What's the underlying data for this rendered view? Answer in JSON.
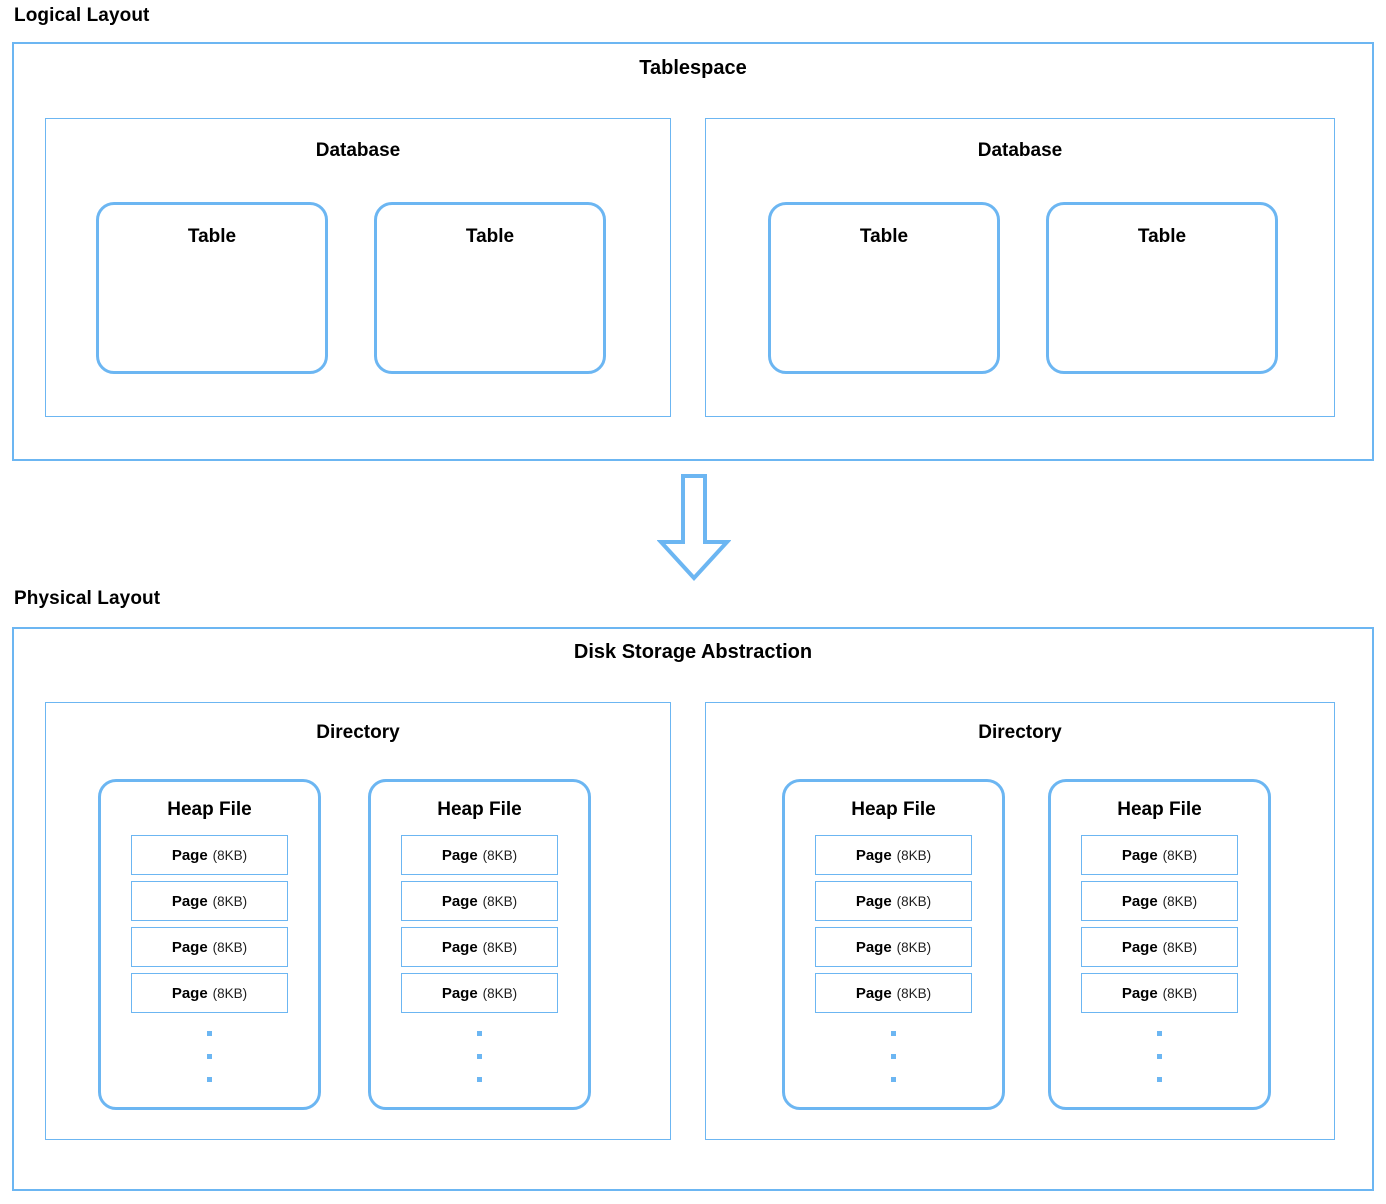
{
  "accent_color": "#6cb6f2",
  "sections": [
    {
      "key": "logical",
      "title": "Logical Layout"
    },
    {
      "key": "physical",
      "title": "Physical Layout"
    }
  ],
  "logical": {
    "section_title": "Logical Layout",
    "container_label": "Tablespace",
    "databases": [
      {
        "label": "Database",
        "tables": [
          {
            "label": "Table"
          },
          {
            "label": "Table"
          }
        ]
      },
      {
        "label": "Database",
        "tables": [
          {
            "label": "Table"
          },
          {
            "label": "Table"
          }
        ]
      }
    ]
  },
  "physical": {
    "section_title": "Physical Layout",
    "container_label": "Disk Storage Abstraction",
    "directories": [
      {
        "label": "Directory",
        "heap_files": [
          {
            "label": "Heap File",
            "pages": [
              {
                "name": "Page",
                "size": "(8KB)"
              },
              {
                "name": "Page",
                "size": "(8KB)"
              },
              {
                "name": "Page",
                "size": "(8KB)"
              },
              {
                "name": "Page",
                "size": "(8KB)"
              }
            ],
            "continuation": "..."
          },
          {
            "label": "Heap File",
            "pages": [
              {
                "name": "Page",
                "size": "(8KB)"
              },
              {
                "name": "Page",
                "size": "(8KB)"
              },
              {
                "name": "Page",
                "size": "(8KB)"
              },
              {
                "name": "Page",
                "size": "(8KB)"
              }
            ],
            "continuation": "..."
          }
        ]
      },
      {
        "label": "Directory",
        "heap_files": [
          {
            "label": "Heap File",
            "pages": [
              {
                "name": "Page",
                "size": "(8KB)"
              },
              {
                "name": "Page",
                "size": "(8KB)"
              },
              {
                "name": "Page",
                "size": "(8KB)"
              },
              {
                "name": "Page",
                "size": "(8KB)"
              }
            ],
            "continuation": "..."
          },
          {
            "label": "Heap File",
            "pages": [
              {
                "name": "Page",
                "size": "(8KB)"
              },
              {
                "name": "Page",
                "size": "(8KB)"
              },
              {
                "name": "Page",
                "size": "(8KB)"
              },
              {
                "name": "Page",
                "size": "(8KB)"
              }
            ],
            "continuation": "..."
          }
        ]
      }
    ]
  },
  "arrow": {
    "direction": "down",
    "name": "maps-to-arrow"
  }
}
